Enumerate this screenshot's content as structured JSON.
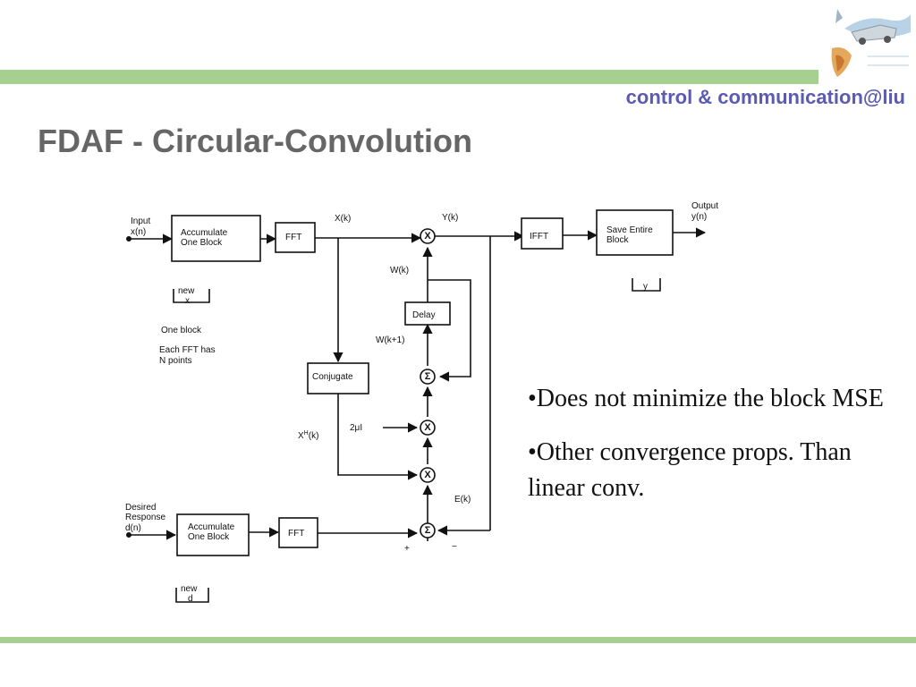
{
  "header": {
    "brand": "control & communication@liu",
    "title": "FDAF - Circular-Convolution"
  },
  "diagram": {
    "input_label_1": "Input",
    "input_label_2": "x(n)",
    "accumulate_top_1": "Accumulate",
    "accumulate_top_2": "One Block",
    "fft_top": "FFT",
    "xk": "X(k)",
    "yk": "Y(k)",
    "ifft": "IFFT",
    "save_1": "Save Entire",
    "save_2": "Block",
    "output_1": "Output",
    "output_2": "y(n)",
    "new_x_1": "new",
    "new_x_2": "x",
    "y_bracket": "y",
    "one_block": "One block",
    "each_fft_1": "Each FFT has",
    "each_fft_2": "N points",
    "wk": "W(k)",
    "delay": "Delay",
    "wk1": "W(k+1)",
    "conjugate": "Conjugate",
    "two_mu": "2μI",
    "xh_base": "X",
    "xh_sup": "H",
    "xh_arg": "(k)",
    "ek": "E(k)",
    "desired_1": "Desired",
    "desired_2": "Response",
    "desired_3": "d(n)",
    "accumulate_bot_1": "Accumulate",
    "accumulate_bot_2": "One Block",
    "fft_bot": "FFT",
    "plus": "+",
    "minus": "−",
    "new_d_1": "new",
    "new_d_2": "d",
    "mult_symbol": "X",
    "sum_symbol": "Σ"
  },
  "bullets": [
    "•Does not minimize the block MSE",
    "•Other convergence props. Than linear conv."
  ]
}
